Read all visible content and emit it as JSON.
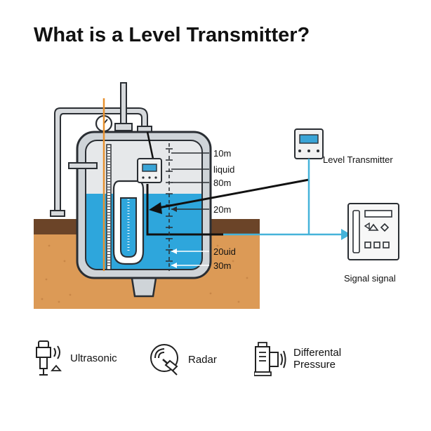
{
  "title": "What is a Level Transmitter?",
  "level_labels": [
    "10m",
    "liquid",
    "80m",
    "20m",
    "20uid",
    "30m"
  ],
  "transmitter_label": "Level Transmitter",
  "receiver_label": "Signal signal",
  "legend": [
    {
      "label": "Ultrasonic",
      "icon": "ultrasonic-sensor-icon"
    },
    {
      "label": "Radar",
      "icon": "radar-icon"
    },
    {
      "label": "Differental Pressure",
      "icon": "differential-pressure-icon"
    }
  ],
  "colors": {
    "liquid": "#2ea6dc",
    "soil": "#dc9a56",
    "soil_top": "#6b4428",
    "tank_shell": "#cfd4d8",
    "outline": "#2a2e33",
    "signal": "#45b3d9",
    "display": "#3aa4d6"
  }
}
